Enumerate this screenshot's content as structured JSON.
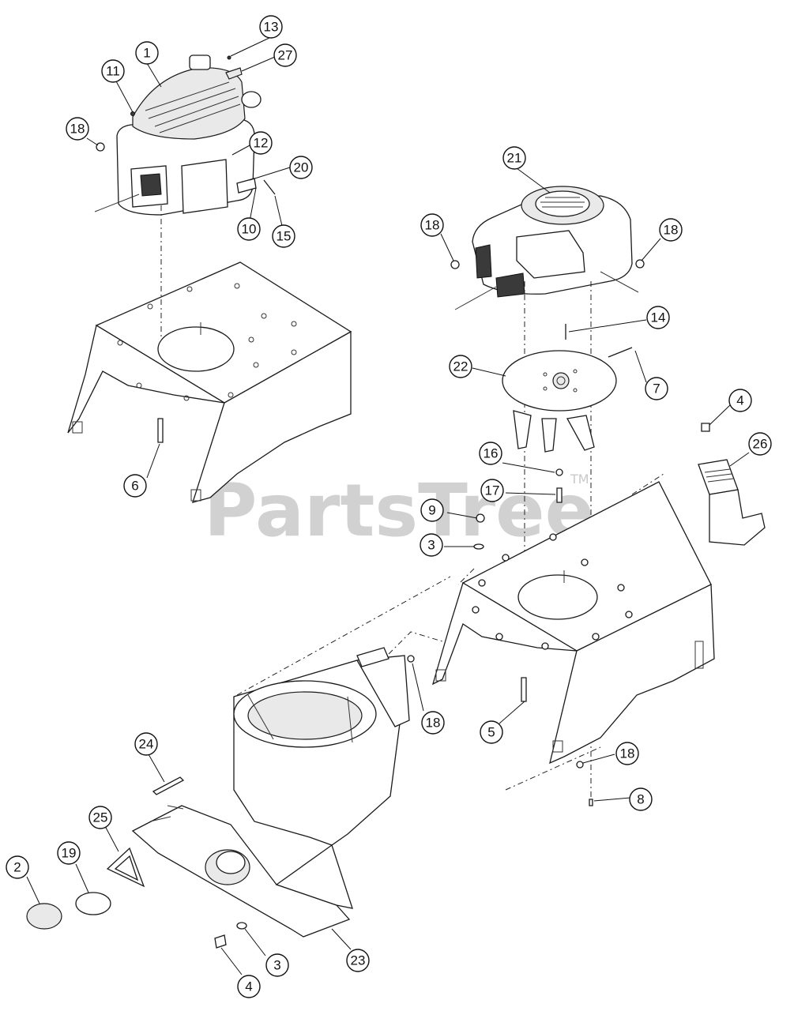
{
  "watermark": {
    "text": "PartsTree",
    "tm": "TM"
  },
  "callouts": [
    {
      "id": "c1",
      "label": "1"
    },
    {
      "id": "c11",
      "label": "11"
    },
    {
      "id": "c13",
      "label": "13"
    },
    {
      "id": "c27",
      "label": "27"
    },
    {
      "id": "c18a",
      "label": "18"
    },
    {
      "id": "c12",
      "label": "12"
    },
    {
      "id": "c20",
      "label": "20"
    },
    {
      "id": "c10",
      "label": "10"
    },
    {
      "id": "c15",
      "label": "15"
    },
    {
      "id": "c6",
      "label": "6"
    },
    {
      "id": "c21",
      "label": "21"
    },
    {
      "id": "c18b",
      "label": "18"
    },
    {
      "id": "c18c",
      "label": "18"
    },
    {
      "id": "c14",
      "label": "14"
    },
    {
      "id": "c22",
      "label": "22"
    },
    {
      "id": "c7",
      "label": "7"
    },
    {
      "id": "c4a",
      "label": "4"
    },
    {
      "id": "c26",
      "label": "26"
    },
    {
      "id": "c16",
      "label": "16"
    },
    {
      "id": "c17",
      "label": "17"
    },
    {
      "id": "c9",
      "label": "9"
    },
    {
      "id": "c3a",
      "label": "3"
    },
    {
      "id": "c18d",
      "label": "18"
    },
    {
      "id": "c5",
      "label": "5"
    },
    {
      "id": "c18e",
      "label": "18"
    },
    {
      "id": "c8",
      "label": "8"
    },
    {
      "id": "c24",
      "label": "24"
    },
    {
      "id": "c25",
      "label": "25"
    },
    {
      "id": "c2",
      "label": "2"
    },
    {
      "id": "c19",
      "label": "19"
    },
    {
      "id": "c3b",
      "label": "3"
    },
    {
      "id": "c4b",
      "label": "4"
    },
    {
      "id": "c23",
      "label": "23"
    }
  ]
}
